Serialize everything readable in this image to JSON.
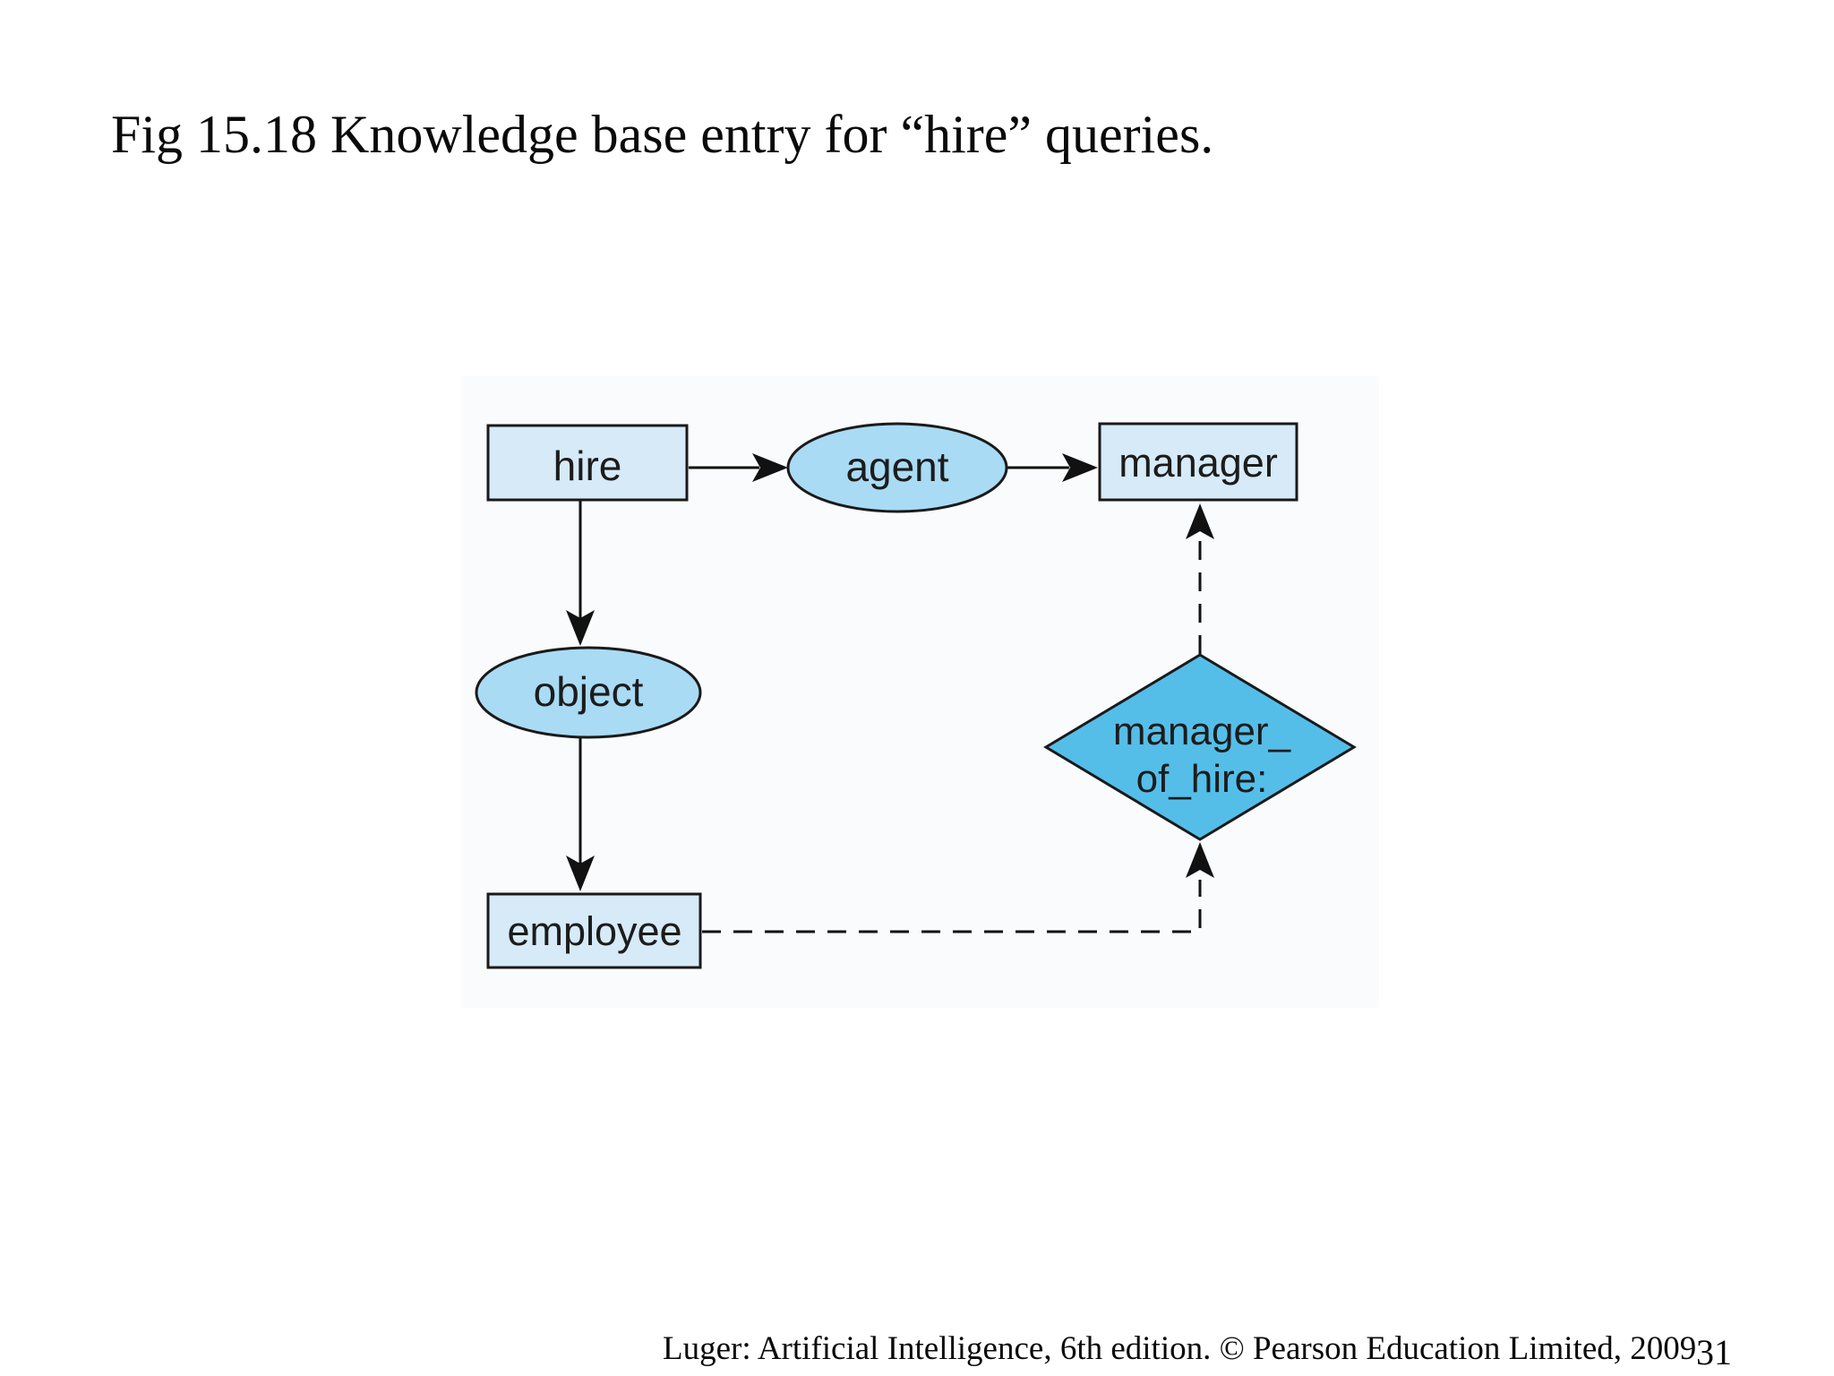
{
  "slide": {
    "title": "Fig 15.18 Knowledge base entry for “hire” queries.",
    "footer": "Luger: Artificial Intelligence, 6th edition. © Pearson Education Limited, 2009",
    "page_number": "31"
  },
  "diagram": {
    "nodes": [
      {
        "id": "hire",
        "shape": "rect",
        "label": "hire"
      },
      {
        "id": "agent",
        "shape": "ellipse",
        "label": "agent"
      },
      {
        "id": "manager",
        "shape": "rect",
        "label": "manager"
      },
      {
        "id": "object",
        "shape": "ellipse",
        "label": "object"
      },
      {
        "id": "employee",
        "shape": "rect",
        "label": "employee"
      },
      {
        "id": "manager_of_hire",
        "shape": "diamond",
        "label_line1": "manager_",
        "label_line2": "of_hire:"
      }
    ],
    "edges": [
      {
        "from": "hire",
        "to": "agent",
        "style": "solid"
      },
      {
        "from": "agent",
        "to": "manager",
        "style": "solid"
      },
      {
        "from": "hire",
        "to": "object",
        "style": "solid"
      },
      {
        "from": "object",
        "to": "employee",
        "style": "solid"
      },
      {
        "from": "employee",
        "to": "manager_of_hire",
        "style": "dashed"
      },
      {
        "from": "manager_of_hire",
        "to": "manager",
        "style": "dashed"
      }
    ],
    "colors": {
      "rect_fill": "#d6eaf8",
      "ellipse_fill": "#a9dbf4",
      "diamond_fill": "#54bee9",
      "stroke": "#1a1a1a",
      "arrow": "#111111"
    }
  }
}
